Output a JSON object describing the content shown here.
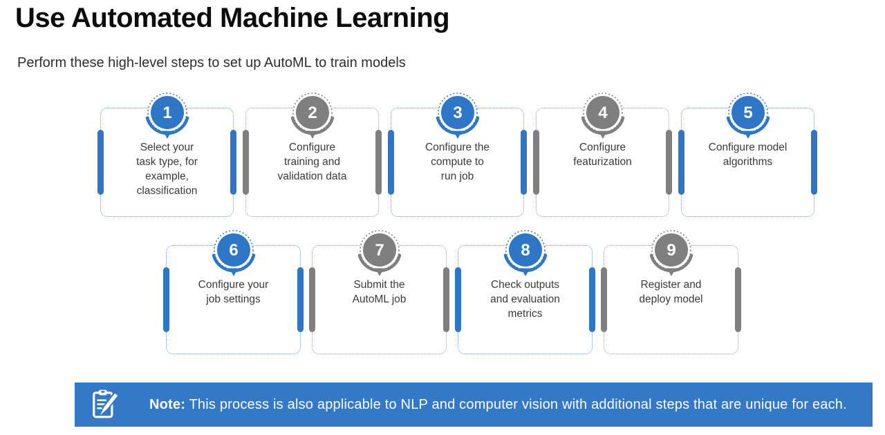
{
  "page": {
    "title": "Use Automated Machine Learning",
    "subtitle": "Perform these high-level steps to set up AutoML to train models"
  },
  "colors": {
    "blue": "#2e76c6",
    "gray": "#7f7f7f",
    "blue_border": "#5b9bd5",
    "gray_border": "#9c9c9c",
    "note_bg": "#3478c8",
    "step_text": "#3a3a3a"
  },
  "steps": [
    {
      "number": "1",
      "color": "blue",
      "label": "Select your\ntask type, for\nexample,\nclassification"
    },
    {
      "number": "2",
      "color": "gray",
      "label": "Configure\ntraining and\nvalidation data"
    },
    {
      "number": "3",
      "color": "blue",
      "label": "Configure the\ncompute to\nrun job"
    },
    {
      "number": "4",
      "color": "gray",
      "label": "Configure\nfeaturization"
    },
    {
      "number": "5",
      "color": "blue",
      "label": "Configure model\nalgorithms"
    },
    {
      "number": "6",
      "color": "blue",
      "label": "Configure your\njob settings"
    },
    {
      "number": "7",
      "color": "gray",
      "label": "Submit the\nAutoML job"
    },
    {
      "number": "8",
      "color": "blue",
      "label": "Check outputs\nand evaluation\nmetrics"
    },
    {
      "number": "9",
      "color": "gray",
      "label": "Register and\ndeploy model"
    }
  ],
  "note": {
    "prefix": "Note:",
    "text": "This process is also applicable to NLP and computer vision with additional steps that are unique for each.",
    "icon": "clipboard-pencil-icon"
  }
}
